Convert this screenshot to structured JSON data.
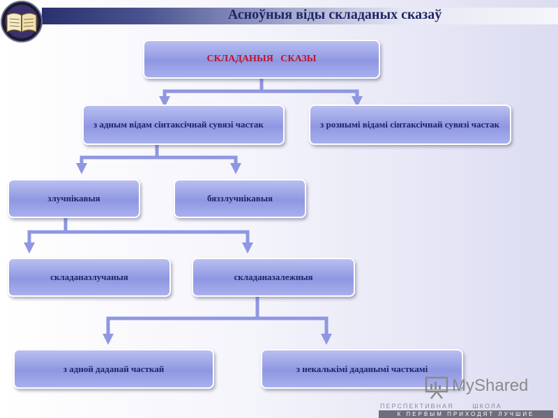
{
  "title": "Асноўныя віды складаных сказаў",
  "root": "СКЛАДАНЫЯ   СКАЗЫ",
  "level1": {
    "left": "з адным відам сінтаксічнай сувязі частак",
    "right": "з рознымі відамі сінтаксічнай сувязі частак"
  },
  "level2": {
    "left": "злучнікавыя",
    "right": "бяззлучнікавыя"
  },
  "level3": {
    "left": "складаназлучаныя",
    "right": "складаназалежныя"
  },
  "level4": {
    "left": "з адной даданай часткай",
    "right": "з некалькімі даданымі часткамі"
  },
  "watermark": {
    "brand": "MyShared",
    "footer_top": "ПЕРСПЕКТИВНАЯ      ШКОЛА",
    "footer_bottom": "К ПЕРВЫМ ПРИХОДЯТ ЛУЧШИЕ"
  },
  "colors": {
    "box_fill": "#9aa2e8",
    "root_text": "#c0122a",
    "text": "#1f2566",
    "connector": "#8f97e2"
  },
  "icons": [
    "book-logo-icon",
    "presentation-icon"
  ]
}
